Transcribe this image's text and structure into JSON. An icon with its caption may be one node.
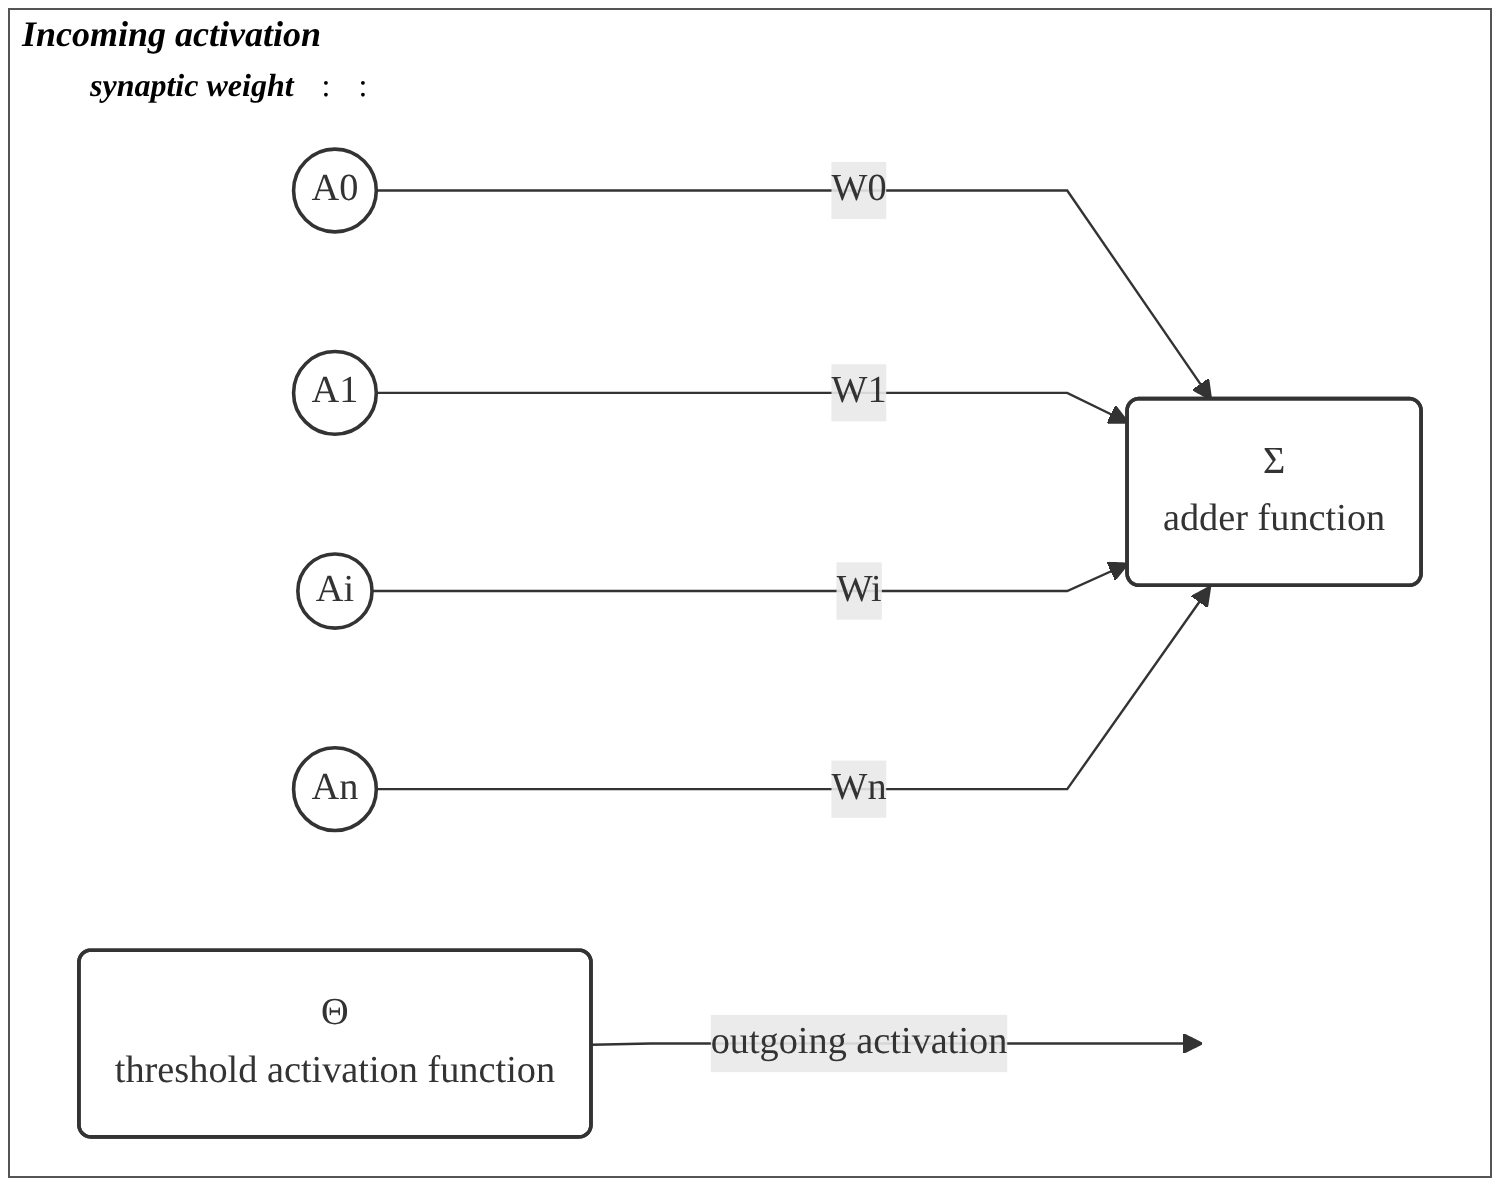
{
  "diagram": {
    "title": "Incoming activation",
    "nodes": [
      {
        "text": [
          "A0"
        ]
      },
      {
        "text": [
          "A1"
        ]
      },
      {
        "text": [
          "Ai"
        ]
      },
      {
        "text": [
          "An"
        ]
      },
      {
        "text": [
          "Σ",
          "adder function"
        ]
      },
      {
        "text": [
          "Θ",
          "threshold activation function"
        ]
      }
    ],
    "edges": [
      {
        "from": 0,
        "to": 4,
        "arrow": "to",
        "label": "W0"
      },
      {
        "from": 1,
        "to": 4,
        "arrow": "to",
        "label": "W1"
      },
      {
        "from": 2,
        "to": 4,
        "arrow": "to",
        "label": "Wi"
      },
      {
        "from": 3,
        "to": 4,
        "arrow": "to",
        "label": "Wn"
      },
      {
        "from": 5,
        "to": null,
        "arrow": "to",
        "label": "outgoing activation"
      }
    ],
    "labels": [
      "synaptic weight",
      ":",
      ":"
    ]
  }
}
